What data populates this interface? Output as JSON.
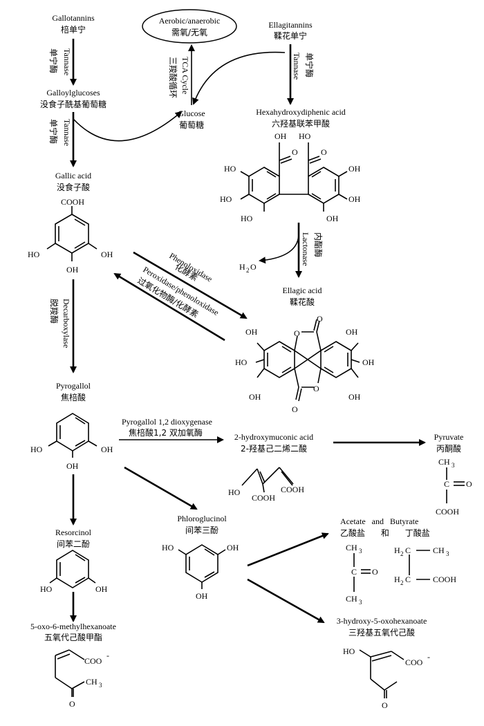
{
  "compounds": {
    "gallotannins": {
      "en": "Gallotannins",
      "zh": "棓单宁"
    },
    "aerobic": {
      "en": "Aerobic/anaerobic",
      "zh": "需氧/无氧"
    },
    "ellagitannins": {
      "en": "Ellagitannins",
      "zh": "鞣花单宁"
    },
    "galloylglucoses": {
      "en": "Galloylglucoses",
      "zh": "没食子酰基葡萄糖"
    },
    "glucose": {
      "en": "Glucose",
      "zh": "葡萄糖"
    },
    "hhdp": {
      "en": "Hexahydroxydiphenic acid",
      "zh": "六羟基联苯甲酸"
    },
    "gallic": {
      "en": "Gallic acid",
      "zh": "没食子酸"
    },
    "ellagic": {
      "en": "Ellagic acid",
      "zh": "鞣花酸"
    },
    "pyrogallol": {
      "en": "Pyrogallol",
      "zh": "焦棓酸"
    },
    "hydroxymuconic": {
      "en": "2-hydroxymuconic acid",
      "zh": "2-羟基己二烯二酸"
    },
    "pyruvate": {
      "en": "Pyruvate",
      "zh": "丙酮酸"
    },
    "resorcinol": {
      "en": "Resorcinol",
      "zh": "间苯二酚"
    },
    "phloroglucinol": {
      "en": "Phloroglucinol",
      "zh": "间苯三酚"
    },
    "acetate_butyrate": {
      "en": "Acetate   and   Butyrate",
      "zh": "乙酸盐      和      丁酸盐"
    },
    "methylhexanoate": {
      "en": "5-oxo-6-methylhexanoate",
      "zh": "五氧代己酸甲酯"
    },
    "hydroxyoxohexanoate": {
      "en": "3-hydroxy-5-oxohexanoate",
      "zh": "三羟基五氧代己酸"
    }
  },
  "enzymes": {
    "tannase_en": "Tannase",
    "tannase_zh": "单宁酶",
    "tca_en": "TCA Cycle",
    "tca_zh": "三羧酸循环",
    "lactonase_en": "Lactonase",
    "lactonase_zh": "内酯酶",
    "phenoloxidase_en": "Phenoloxidase",
    "phenoloxidase_zh": "化酵素",
    "peroxidase_en": "Peroxidase/phenoloxidase",
    "peroxidase_zh": "过氧化物酶/化酵素",
    "decarboxylase_en": "Decarboxylase",
    "decarboxylase_zh": "脱羧酶",
    "dioxygenase_en": "Pyrogallol 1,2 dioxygenase",
    "dioxygenase_zh": "焦棓酸1,2 双加氧酶"
  },
  "atoms": {
    "cooh": "COOH",
    "ho": "HO",
    "oh": "OH",
    "o": "O",
    "h2o_h": "H",
    "h2o_2": "2",
    "h2o_o": "O",
    "ch3_c": "CH",
    "ch3_3": "3",
    "h2c_h": "H",
    "h2c_2": "2",
    "h2c_c": "C",
    "coo": "COO",
    "minus": "-",
    "c": "C"
  }
}
